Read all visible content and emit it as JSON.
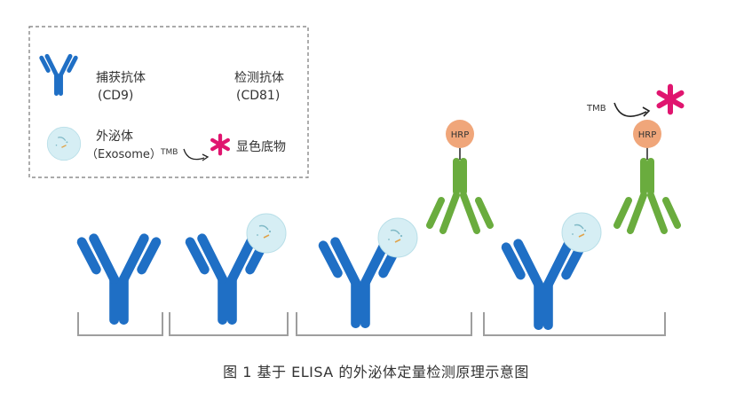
{
  "legend": {
    "capture_antibody": {
      "label": "捕获抗体",
      "sub": "(CD9)"
    },
    "detection_antibody": {
      "label": "检测抗体",
      "sub": "(CD81)"
    },
    "exosome": {
      "label": "外泌体",
      "sub": "（Exosome）"
    },
    "substrate": {
      "tmb": "TMB",
      "label": "显色底物"
    }
  },
  "diagram": {
    "hrp_label": "HRP",
    "tmb_label": "TMB"
  },
  "caption": "图 1  基于 ELISA 的外泌体定量检测原理示意图",
  "colors": {
    "capture": "#1f6fc5",
    "detection": "#6aac3e",
    "hrp": "#f0a67a",
    "exosome": "#d6eef4",
    "substrate": "#e0156f",
    "well": "#9e9e9e"
  }
}
